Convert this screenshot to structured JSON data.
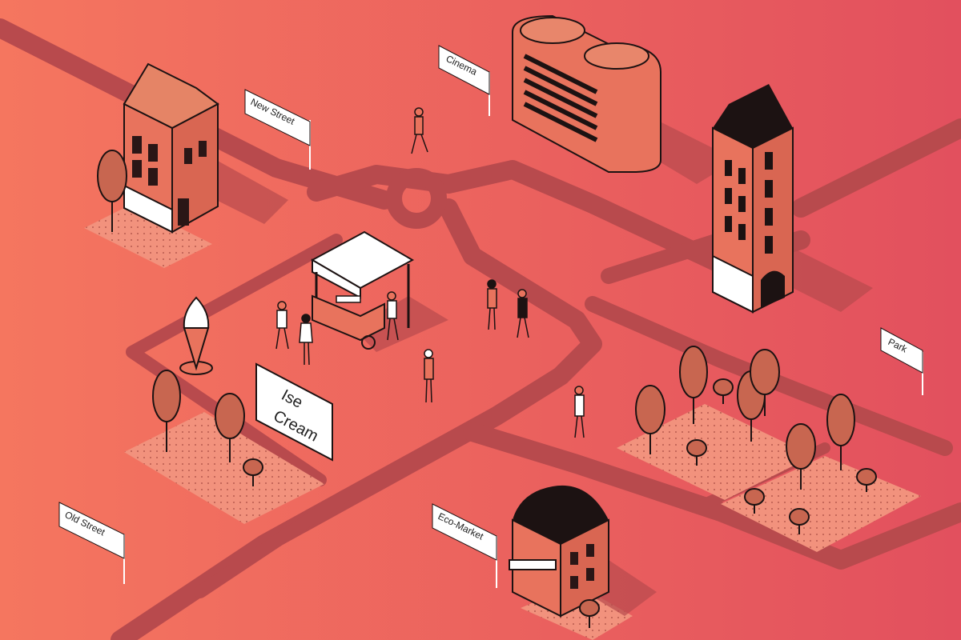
{
  "map": {
    "labels": {
      "new_street": "New Street",
      "cinema": "Cinema",
      "park": "Park",
      "old_street": "Old Street",
      "eco_market": "Eco-Market",
      "ice_cream_line1": "Ise",
      "ice_cream_line2": "Cream"
    }
  },
  "colors": {
    "background_left": "#f5765f",
    "background_right": "#e2505e",
    "road": "#b84a4d",
    "building_wall": "#e8735d",
    "building_roof": "#1c1212",
    "window": "#2a1616",
    "tree": "#c86650",
    "shadow": "#a84545",
    "dots_area": "#f09a86"
  },
  "icons": [
    "signpost-icon",
    "tree-icon",
    "building-icon",
    "cinema-icon",
    "food-cart-icon",
    "ice-cream-statue-icon",
    "person-icon"
  ]
}
